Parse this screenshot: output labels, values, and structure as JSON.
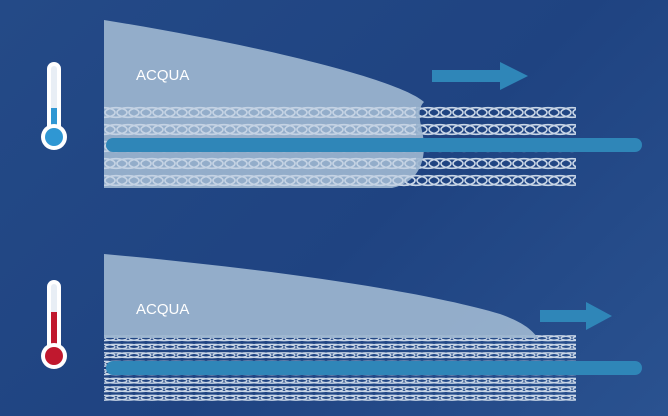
{
  "panels": [
    {
      "label": "ACQUA",
      "thermometer": "cold",
      "thermometer_color": "#2f97d3"
    },
    {
      "label": "ACQUA",
      "thermometer": "hot",
      "thermometer_color": "#c0182e"
    }
  ],
  "colors": {
    "background": "#234884",
    "water": "#9db6d0",
    "arrow": "#2f86b8",
    "fibers": "#c9d6e6"
  },
  "icons": [
    "thermometer-cold-icon",
    "thermometer-hot-icon",
    "arrow-right-icon"
  ]
}
